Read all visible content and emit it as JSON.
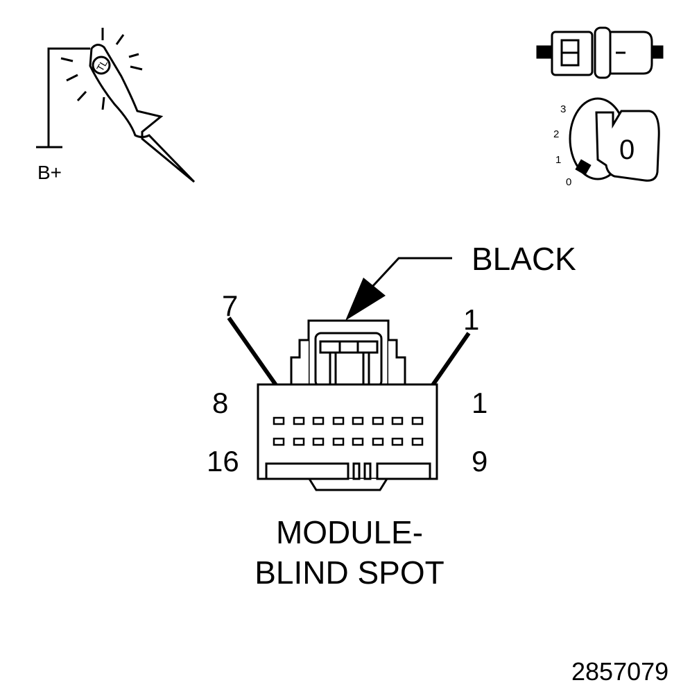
{
  "probe": {
    "supply_label": "B+"
  },
  "ignition": {
    "positions": [
      "3",
      "2",
      "1",
      "0"
    ],
    "key_label": "0"
  },
  "connector": {
    "color_label": "BLACK",
    "callout_left_pin": "7",
    "callout_right_pin": "1",
    "row1_left": "8",
    "row1_right": "1",
    "row2_left": "16",
    "row2_right": "9",
    "name_line1": "MODULE-",
    "name_line2": "BLIND SPOT"
  },
  "figure_id": "2857079"
}
